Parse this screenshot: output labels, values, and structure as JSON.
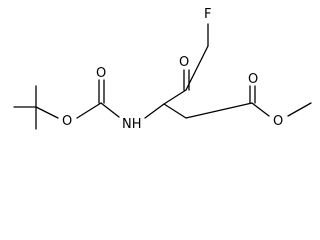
{
  "molecule": {
    "atom_labels": {
      "fluorine": "F",
      "ketone_oxygen": "O",
      "ester_carbonyl_oxygen": "O",
      "ester_ether_oxygen": "O",
      "carbamate_carbonyl_oxygen": "O",
      "carbamate_ether_oxygen": "O",
      "amine_nh": "NH"
    },
    "colors": {
      "bond": "#000000",
      "label": "#000000",
      "background": "#ffffff"
    }
  }
}
